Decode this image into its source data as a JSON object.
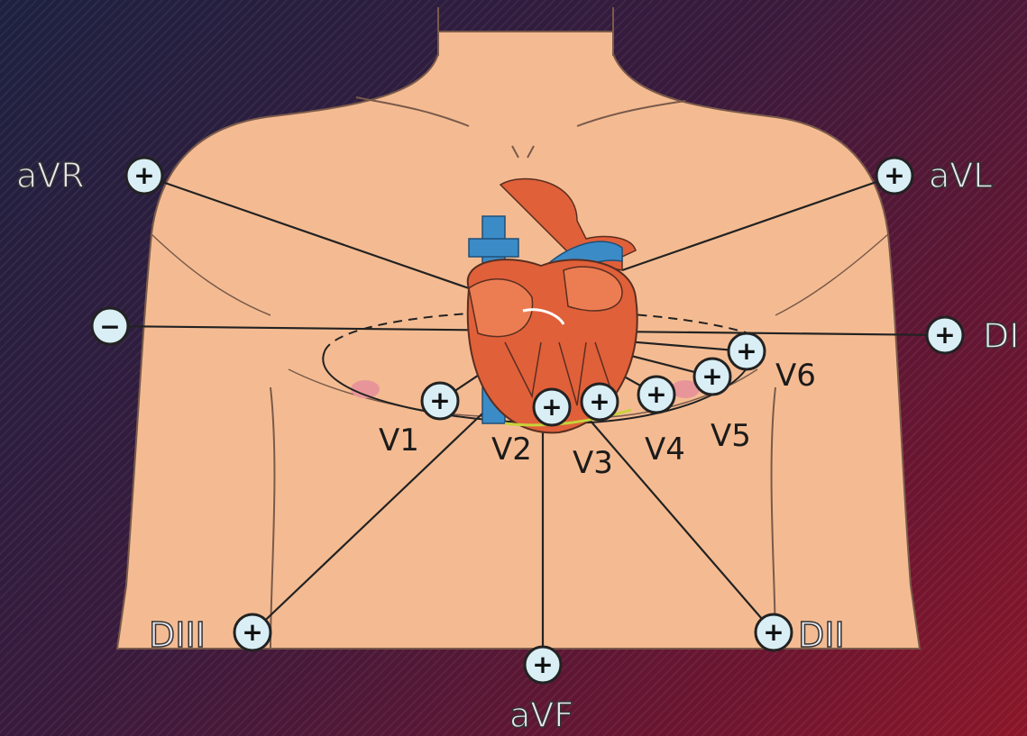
{
  "diagram": {
    "limb_leads": [
      {
        "id": "avr",
        "label": "aVR",
        "sign": "+"
      },
      {
        "id": "avl",
        "label": "aVL",
        "sign": "+"
      },
      {
        "id": "di",
        "label": "DI",
        "sign": "+"
      },
      {
        "id": "di_neg",
        "label": "",
        "sign": "−"
      },
      {
        "id": "dii",
        "label": "DII",
        "sign": "+"
      },
      {
        "id": "diii",
        "label": "DIII",
        "sign": "+"
      },
      {
        "id": "avf",
        "label": "aVF",
        "sign": "+"
      }
    ],
    "chest_leads": [
      {
        "id": "v1",
        "label": "V1",
        "sign": "+"
      },
      {
        "id": "v2",
        "label": "V2",
        "sign": "+"
      },
      {
        "id": "v3",
        "label": "V3",
        "sign": "+"
      },
      {
        "id": "v4",
        "label": "V4",
        "sign": "+"
      },
      {
        "id": "v5",
        "label": "V5",
        "sign": "+"
      },
      {
        "id": "v6",
        "label": "V6",
        "sign": "+"
      }
    ],
    "colors": {
      "skin": "#f4bb92",
      "outline": "#7a5a4a",
      "artery": "#e0603a",
      "vein": "#3b8bc7",
      "electrode_fill": "#d9eef5",
      "lead_line": "#222222"
    }
  }
}
